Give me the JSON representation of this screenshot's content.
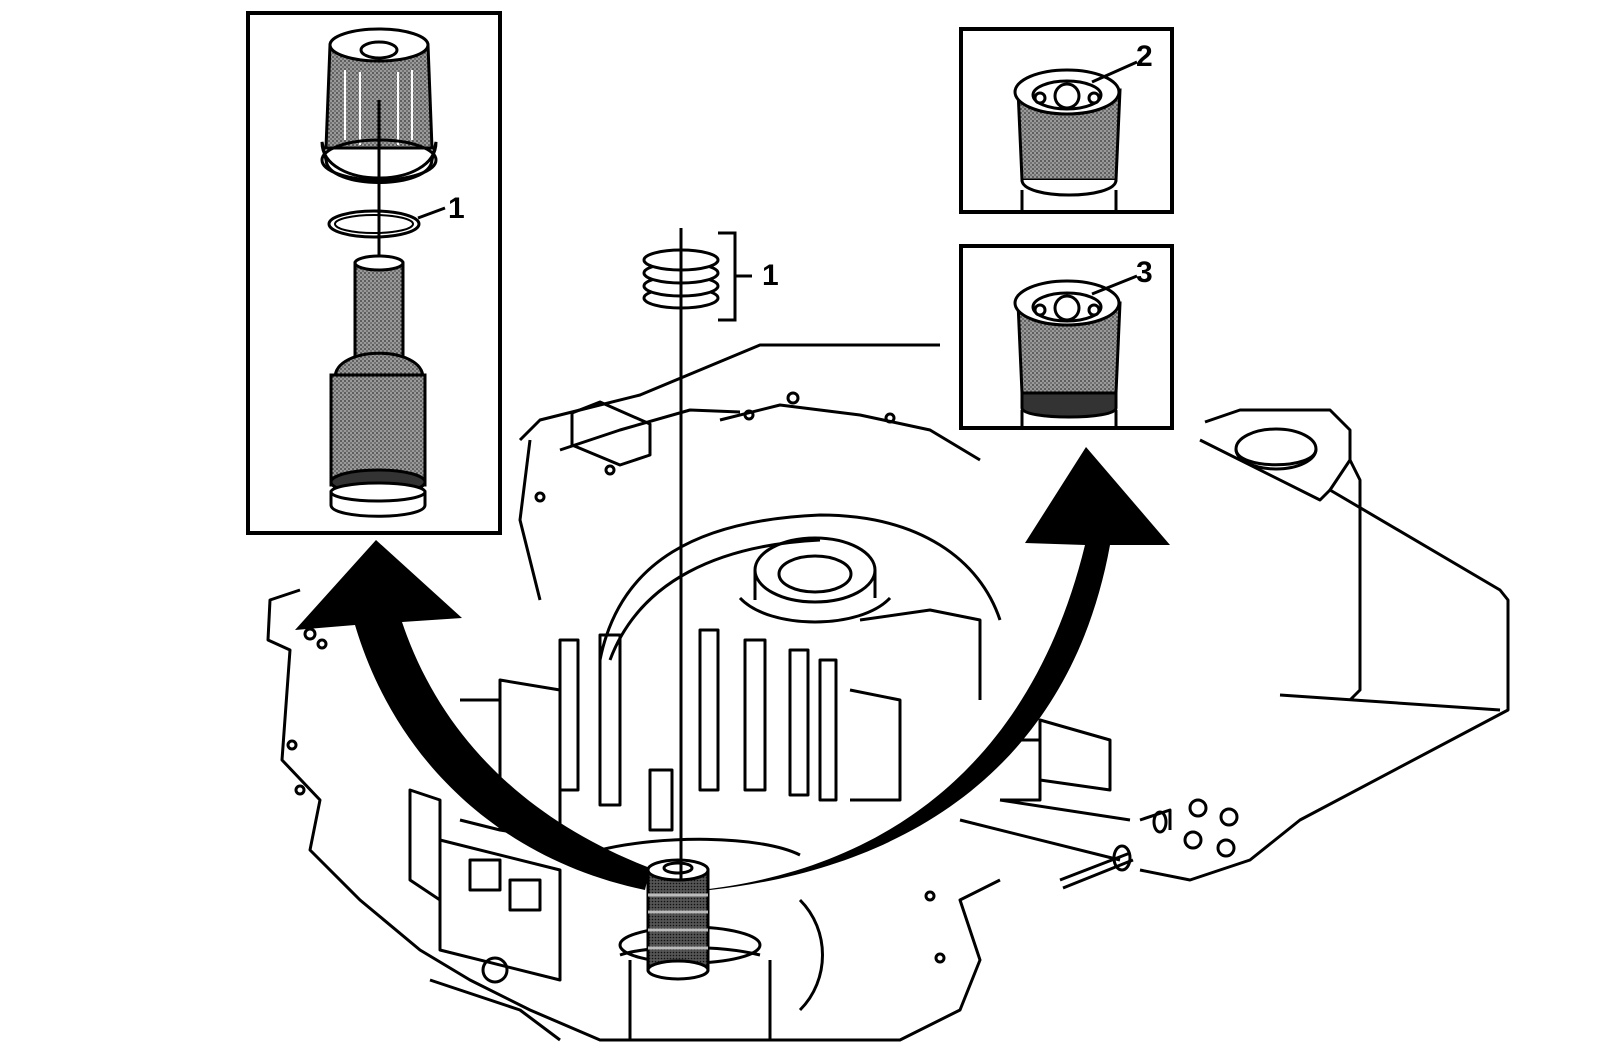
{
  "callouts": {
    "inset_left_label": "1",
    "center_label": "1",
    "inset_top_right_label": "2",
    "inset_bottom_right_label": "3"
  },
  "colors": {
    "line": "#000000",
    "background": "#ffffff",
    "texture": "#7a7a7a"
  }
}
